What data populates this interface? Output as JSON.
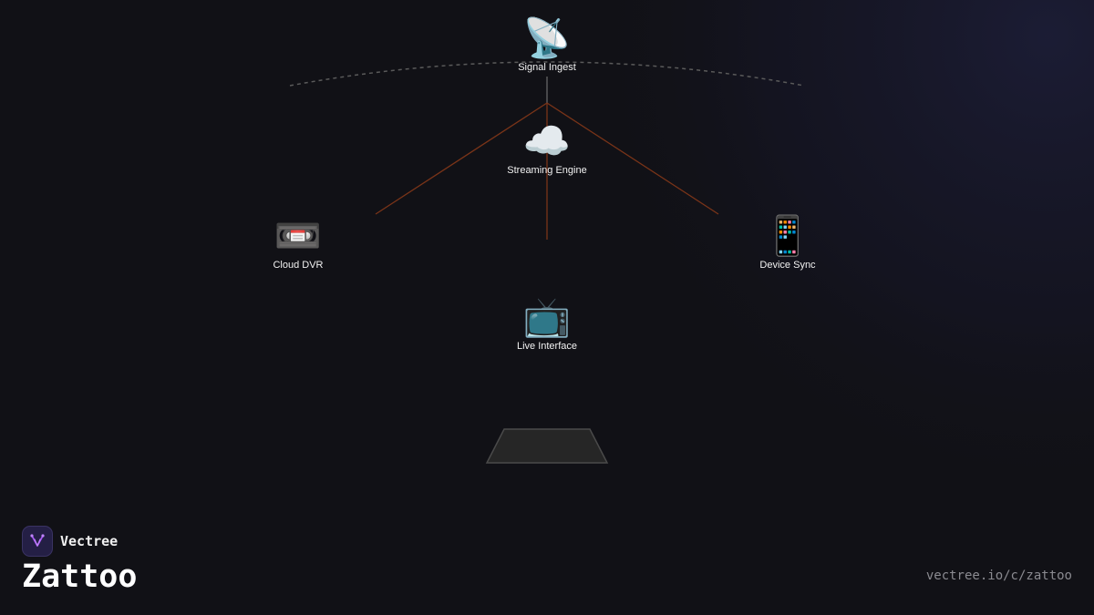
{
  "diagram": {
    "nodes": [
      {
        "id": "signal",
        "label": "Signal Ingest",
        "icon": "📡",
        "icon_name": "satellite-dish-icon"
      },
      {
        "id": "engine",
        "label": "Streaming Engine",
        "icon": "☁️",
        "icon_name": "cloud-icon"
      },
      {
        "id": "dvr",
        "label": "Cloud DVR",
        "icon": "📼",
        "icon_name": "videocassette-icon"
      },
      {
        "id": "sync",
        "label": "Device Sync",
        "icon": "📱",
        "icon_name": "mobile-phone-icon"
      },
      {
        "id": "live",
        "label": "Live Interface",
        "icon": "📺",
        "icon_name": "television-icon"
      }
    ],
    "edges": [
      {
        "from": "signal",
        "to": "engine"
      },
      {
        "from": "engine",
        "to": "dvr"
      },
      {
        "from": "engine",
        "to": "sync"
      },
      {
        "from": "engine",
        "to": "live"
      }
    ],
    "colors": {
      "background": "#111116",
      "edge": "#7a3418",
      "connector": "#6e6e6e",
      "arc": "#5a5a5a",
      "platform": "#262626"
    }
  },
  "brand": {
    "name": "Vectree",
    "accent": "#a855f7"
  },
  "title": "Zattoo",
  "url": "vectree.io/c/zattoo"
}
